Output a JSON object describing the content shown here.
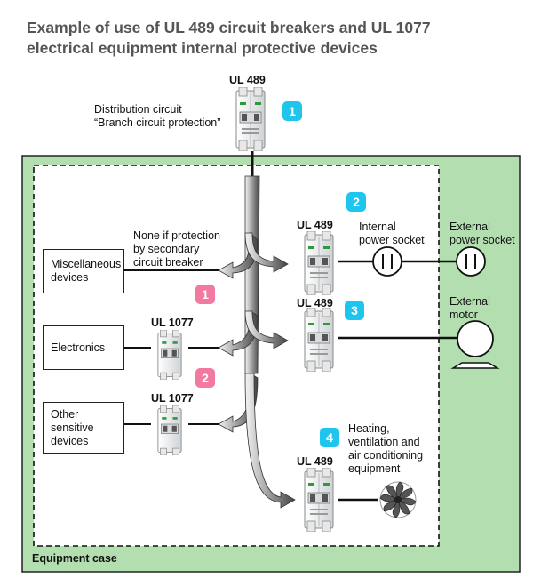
{
  "title": {
    "line1": "Example of use of UL 489 circuit breakers and UL 1077",
    "line2": "electrical equipment internal protective devices"
  },
  "labels": {
    "ul489_top": "UL 489",
    "dist_line1": "Distribution circuit",
    "dist_line2": "“Branch circuit protection”",
    "none_line1": "None if protection",
    "none_line2": "by secondary",
    "none_line3": "circuit breaker",
    "ul489_2": "UL 489",
    "internal_line1": "Internal",
    "internal_line2": "power socket",
    "external_line1": "External",
    "external_line2": "power socket",
    "ul489_3": "UL 489",
    "motor_line1": "External",
    "motor_line2": "motor",
    "ul1077_1": "UL 1077",
    "ul1077_2": "UL 1077",
    "heating_line1": "Heating,",
    "heating_line2": "ventilation and",
    "heating_line3": "air conditioning",
    "heating_line4": "equipment",
    "ul489_4": "UL 489",
    "equipment_case": "Equipment case"
  },
  "devices": {
    "misc_line1": "Miscellaneous",
    "misc_line2": "devices",
    "electronics": "Electronics",
    "other_line1": "Other",
    "other_line2": "sensitive",
    "other_line3": "devices"
  },
  "badges": {
    "cyan1": "1",
    "cyan2": "2",
    "cyan3": "3",
    "cyan4": "4",
    "pink1": "1",
    "pink2": "2"
  },
  "colors": {
    "case_fill": "#b3dfb0",
    "badge_cyan": "#1ec6ee",
    "badge_pink": "#f27aa0",
    "title": "#555555"
  }
}
